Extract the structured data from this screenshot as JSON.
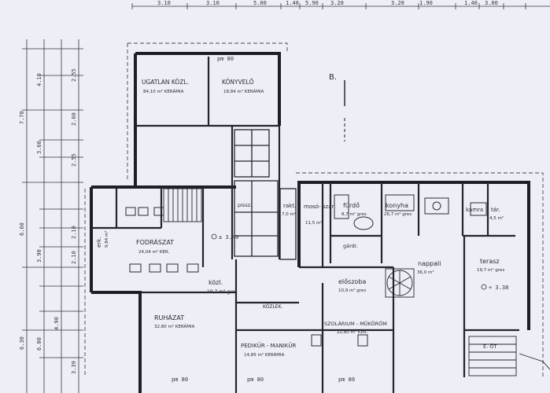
{
  "top_dimensions": [
    "3.10",
    "3.10",
    "5.00",
    "1.40",
    "5.90",
    "3.20",
    "3.20",
    "1.90",
    "1.40",
    "3.00"
  ],
  "left_dimensions_outer": [
    "7.70",
    "6.60",
    "6.30"
  ],
  "left_dimensions_mid": [
    "4.10",
    "3.60",
    "3.90",
    "6.00"
  ],
  "left_dimensions_inner": [
    "2.55",
    "2.60",
    "2.55",
    "2.10",
    "2.10",
    "4.90",
    "3.39"
  ],
  "section_marker": "B.",
  "rooms": {
    "ugatlan_kozl": {
      "name": "UGATLAN KÖZL.",
      "area": "84,10 m² KERÁMIA"
    },
    "konyvelo": {
      "name": "KÖNYVELŐ",
      "area": "18,84 m² KERÁMIA"
    },
    "fodraszat": {
      "name": "FODRÁSZAT",
      "area": "24,04 m² KER."
    },
    "erk": {
      "name": "erk.",
      "area": "9,84 m²"
    },
    "kozl": {
      "name": "közl.",
      "area": "19,7 m² gres"
    },
    "ruhazat": {
      "name": "RUHÁZAT",
      "area": "32,80 m² KERÁMIA"
    },
    "pedikur": {
      "name": "PEDIKŰR - MANIKŰR",
      "area": "14,85 m² KERÁMIA"
    },
    "szolarium": {
      "name": "SZOLÁRIUM - MŰKÖRÖM",
      "area": "22,80 m² KER."
    },
    "kozlek": {
      "name": "KÖZLEK.",
      "area": ""
    },
    "mososzar": {
      "name": "mosó- szár.",
      "area": "11,5 m²"
    },
    "furdo": {
      "name": "fürdő",
      "area": "8,7 m² gres"
    },
    "konyha": {
      "name": "konyha",
      "area": "26,7 m² gres"
    },
    "kamra": {
      "name": "kamra",
      "area": ""
    },
    "tar": {
      "name": "tár.",
      "area": "4,5 m²"
    },
    "nappali": {
      "name": "nappali",
      "area": "36,0 m²"
    },
    "terasz": {
      "name": "terasz",
      "area": "19,7 m² gres"
    },
    "eloszoba": {
      "name": "előszoba",
      "area": "10,9 m² gres"
    },
    "rakt": {
      "name": "rakt.",
      "area": "7,0 m²"
    },
    "pissz": {
      "name": "pissz.",
      "area": ""
    },
    "gardr": {
      "name": "gárdr.",
      "area": ""
    },
    "eloter": {
      "name": "E. ÖT",
      "area": ""
    }
  },
  "level_marks": [
    "± 3.40",
    "+ 3.38"
  ],
  "pm_marks": [
    "pm 80",
    "pm 80",
    "pm 80",
    "pm 80"
  ]
}
